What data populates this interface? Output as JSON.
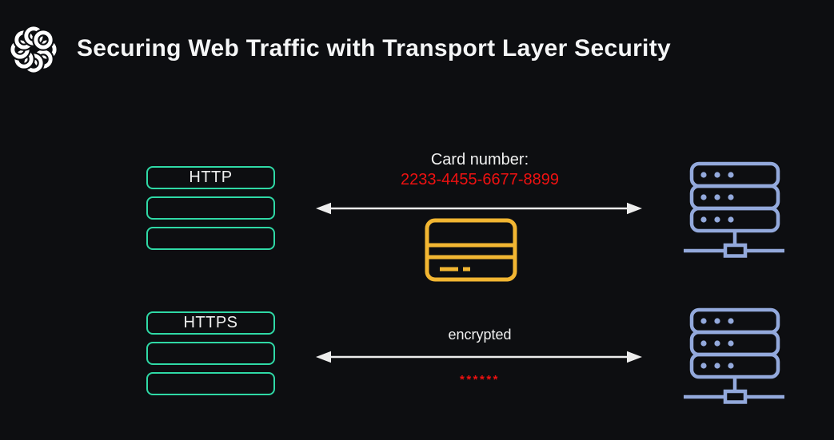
{
  "title": "Securing Web Traffic with Transport Layer Security",
  "colors": {
    "background": "#0d0e11",
    "title_text": "#f5f6f7",
    "protocol_box_border": "#2fd9a6",
    "credit_card": "#f2b632",
    "server": "#93a9dc",
    "sensitive_red": "#ee1111",
    "arrow": "#ededed",
    "logo": "#ffffff",
    "label_text": "#f0f0f0"
  },
  "icons": {
    "logo": "knot-wreath-logo",
    "credit_card": "credit-card-icon",
    "server": "server-icon",
    "arrow": "double-headed-arrow-icon"
  },
  "http_flow": {
    "protocol_label": "HTTP",
    "message_label": "Card number:",
    "message_value": "2233-4455-6677-8899",
    "stack_box_count": 3
  },
  "https_flow": {
    "protocol_label": "HTTPS",
    "message_label": "encrypted",
    "masked_value": "******",
    "stack_box_count": 3
  }
}
